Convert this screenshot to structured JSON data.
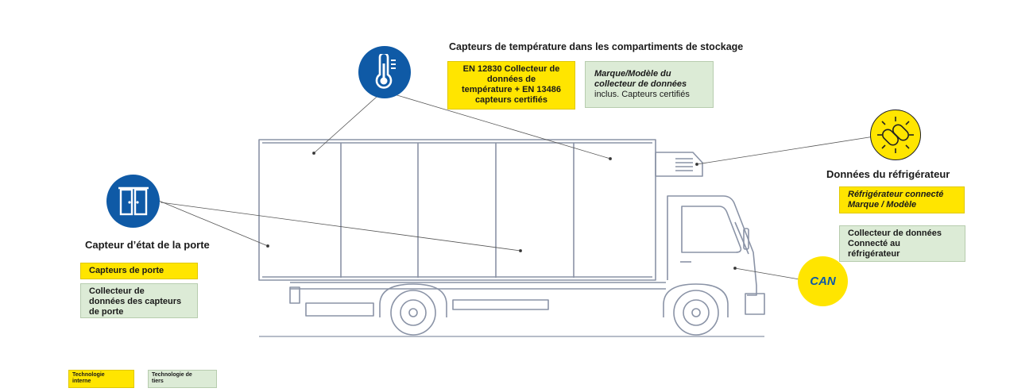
{
  "temperature": {
    "heading": "Capteurs de température dans les compartiments de stockage",
    "yellow_lines": [
      "EN 12830 Collecteur de",
      "données de",
      "température + EN 13486",
      "capteurs certifiés"
    ],
    "green_italic_lines": [
      "Marque/Modèle du",
      "collecteur de données"
    ],
    "green_plain": "inclus. Capteurs certifiés",
    "icon": "thermometer-icon"
  },
  "refrigerator": {
    "heading": "Données du réfrigérateur",
    "yellow_lines": [
      "Réfrigérateur connecté",
      "Marque / Modèle"
    ],
    "green_lines": [
      "Collecteur de données",
      "Connecté au",
      "réfrigérateur"
    ],
    "icon": "chain-link-icon"
  },
  "door": {
    "heading": "Capteur d’état de la porte",
    "yellow": "Capteurs de porte",
    "green_lines": [
      "Collecteur de",
      "données des capteurs",
      "de porte"
    ],
    "icon": "double-door-icon"
  },
  "can": {
    "label": "CAN"
  },
  "legend": {
    "internal_lines": [
      "Technologie",
      "interne"
    ],
    "third_party_lines": [
      "Technologie de",
      "tiers"
    ]
  },
  "colors": {
    "yellow": "#ffe500",
    "green": "#dcebd6",
    "blue": "#0f5aa6",
    "truck_line": "#8a93a6"
  }
}
